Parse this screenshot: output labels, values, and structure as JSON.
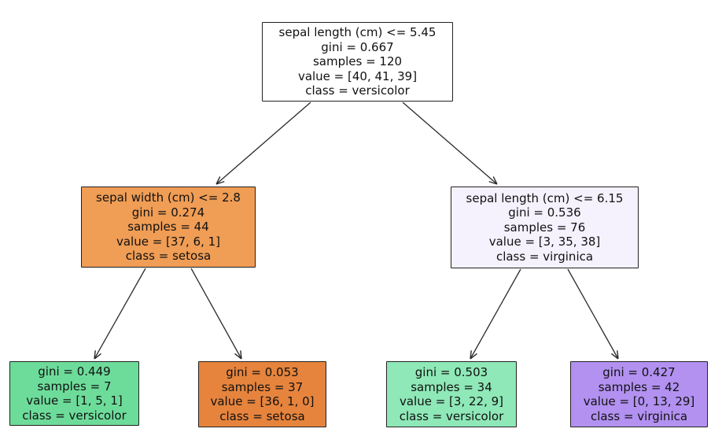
{
  "tree": {
    "nodes": [
      {
        "id": "root",
        "split": "sepal length (cm) <= 5.45",
        "gini": "gini = 0.667",
        "samples": "samples = 120",
        "value": "value = [40, 41, 39]",
        "class": "class = versicolor",
        "fill": "#ffffff"
      },
      {
        "id": "l",
        "split": "sepal width (cm) <= 2.8",
        "gini": "gini = 0.274",
        "samples": "samples = 44",
        "value": "value = [37, 6, 1]",
        "class": "class = setosa",
        "fill": "#f09d55"
      },
      {
        "id": "r",
        "split": "sepal length (cm) <= 6.15",
        "gini": "gini = 0.536",
        "samples": "samples = 76",
        "value": "value = [3, 35, 38]",
        "class": "class = virginica",
        "fill": "#f5f1fd"
      },
      {
        "id": "ll",
        "gini": "gini = 0.449",
        "samples": "samples = 7",
        "value": "value = [1, 5, 1]",
        "class": "class = versicolor",
        "fill": "#6ddc9a"
      },
      {
        "id": "lr",
        "gini": "gini = 0.053",
        "samples": "samples = 37",
        "value": "value = [36, 1, 0]",
        "class": "class = setosa",
        "fill": "#e6843d"
      },
      {
        "id": "rl",
        "gini": "gini = 0.503",
        "samples": "samples = 34",
        "value": "value = [3, 22, 9]",
        "class": "class = versicolor",
        "fill": "#8fe8b7"
      },
      {
        "id": "rr",
        "gini": "gini = 0.427",
        "samples": "samples = 42",
        "value": "value = [0, 13, 29]",
        "class": "class = virginica",
        "fill": "#b291f1"
      }
    ],
    "edges": [
      {
        "from": "root",
        "to": "l"
      },
      {
        "from": "root",
        "to": "r"
      },
      {
        "from": "l",
        "to": "ll"
      },
      {
        "from": "l",
        "to": "lr"
      },
      {
        "from": "r",
        "to": "rl"
      },
      {
        "from": "r",
        "to": "rr"
      }
    ],
    "edge_color": "#2b2b2b"
  }
}
